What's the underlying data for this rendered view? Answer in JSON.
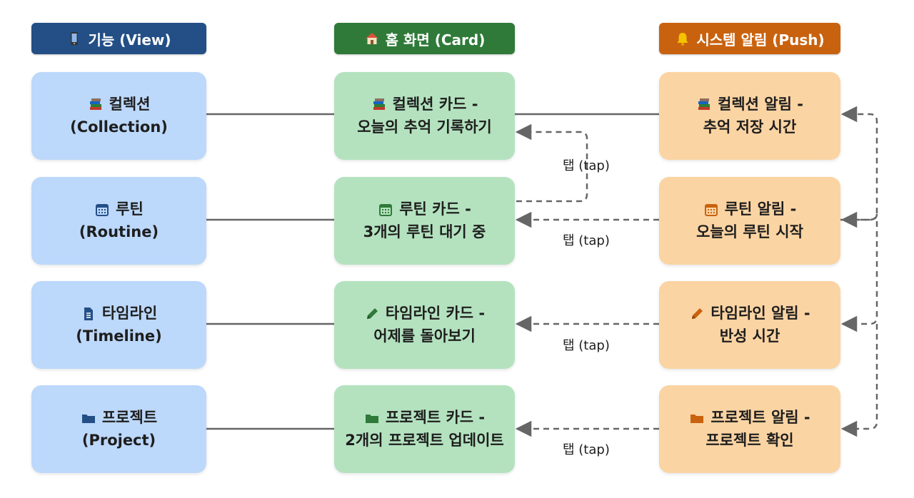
{
  "headers": {
    "view": {
      "label": "기능 (View)",
      "icon": "phone-icon"
    },
    "card": {
      "label": "홈 화면 (Card)",
      "icon": "house-icon"
    },
    "push": {
      "label": "시스템 알림 (Push)",
      "icon": "bell-icon"
    }
  },
  "rows": [
    {
      "icon": "books-icon",
      "view": {
        "line1": "컬렉션",
        "line2": "(Collection)"
      },
      "card": {
        "line1": "컬렉션 카드 -",
        "line2": "오늘의 추억 기록하기"
      },
      "push": {
        "line1": "컬렉션 알림 -",
        "line2": "추억 저장 시간"
      }
    },
    {
      "icon": "calendar-icon",
      "view": {
        "line1": "루틴",
        "line2": "(Routine)"
      },
      "card": {
        "line1": "루틴 카드 -",
        "line2": "3개의 루틴 대기 중"
      },
      "push": {
        "line1": "루틴 알림 -",
        "line2": "오늘의 루틴 시작"
      }
    },
    {
      "icon": "document-icon",
      "card_icon": "pencil-icon",
      "view": {
        "line1": "타임라인",
        "line2": "(Timeline)"
      },
      "card": {
        "line1": "타임라인 카드 -",
        "line2": "어제를 돌아보기"
      },
      "push": {
        "line1": "타임라인 알림 -",
        "line2": "반성 시간"
      }
    },
    {
      "icon": "folder-icon",
      "view": {
        "line1": "프로젝트",
        "line2": "(Project)"
      },
      "card": {
        "line1": "프로젝트 카드 -",
        "line2": "2개의 프로젝트 업데이트"
      },
      "push": {
        "line1": "프로젝트 알림 -",
        "line2": "프로젝트 확인"
      }
    }
  ],
  "edge_labels": [
    "탭 (tap)",
    "탭 (tap)",
    "탭 (tap)",
    "탭 (tap)"
  ],
  "colors": {
    "view_header": "#234f86",
    "card_header": "#2f7a39",
    "push_header": "#c9620e",
    "view_node": "#bcd8fb",
    "card_node": "#b4e2bf",
    "push_node": "#fbd4a3",
    "connector": "#666666"
  }
}
